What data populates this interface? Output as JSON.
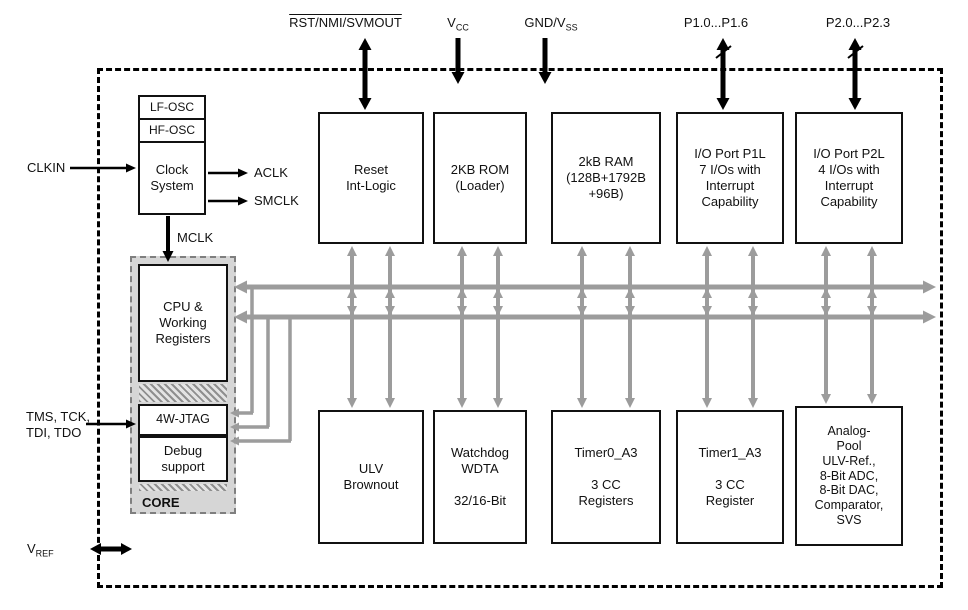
{
  "colors": {
    "bus_gray": "#9c9c9c",
    "line_black": "#000000"
  },
  "top_pins": {
    "rst": {
      "label": "RST/NMI/SVMOUT"
    },
    "vcc": {
      "base": "V",
      "sub": "CC"
    },
    "gnd": {
      "base": "GND/V",
      "sub": "SS"
    },
    "p1": {
      "label": "P1.0...P1.6"
    },
    "p2": {
      "label": "P2.0...P2.3"
    }
  },
  "left_labels": {
    "clkin": "CLKIN",
    "aclk": "ACLK",
    "smclk": "SMCLK",
    "mclk": "MCLK",
    "jtag_pins": "TMS, TCK,\nTDI, TDO",
    "vref": {
      "base": "V",
      "sub": "REF"
    }
  },
  "clock": {
    "lf_osc": "LF-OSC",
    "hf_osc": "HF-OSC",
    "clock_system": "Clock\nSystem"
  },
  "core": {
    "cpu": "CPU &\nWorking\nRegisters",
    "jtag": "4W-JTAG",
    "debug": "Debug\nsupport",
    "label": "CORE"
  },
  "blocks": {
    "top": [
      {
        "label": "Reset\nInt-Logic"
      },
      {
        "label": "2KB ROM\n(Loader)"
      },
      {
        "label": "2kB RAM\n(128B+1792B\n+96B)"
      },
      {
        "label": "I/O Port P1L\n7 I/Os with\nInterrupt\nCapability"
      },
      {
        "label": "I/O Port P2L\n4 I/Os with\nInterrupt\nCapability"
      }
    ],
    "bottom": [
      {
        "label": "ULV\nBrownout"
      },
      {
        "label": "Watchdog\nWDTA\n\n32/16-Bit"
      },
      {
        "label": "Timer0_A3\n\n3 CC\nRegisters"
      },
      {
        "label": "Timer1_A3\n\n3 CC\nRegister"
      },
      {
        "label": "Analog-\nPool\nULV-Ref.,\n8-Bit ADC,\n8-Bit DAC,\nComparator,\nSVS"
      }
    ]
  }
}
